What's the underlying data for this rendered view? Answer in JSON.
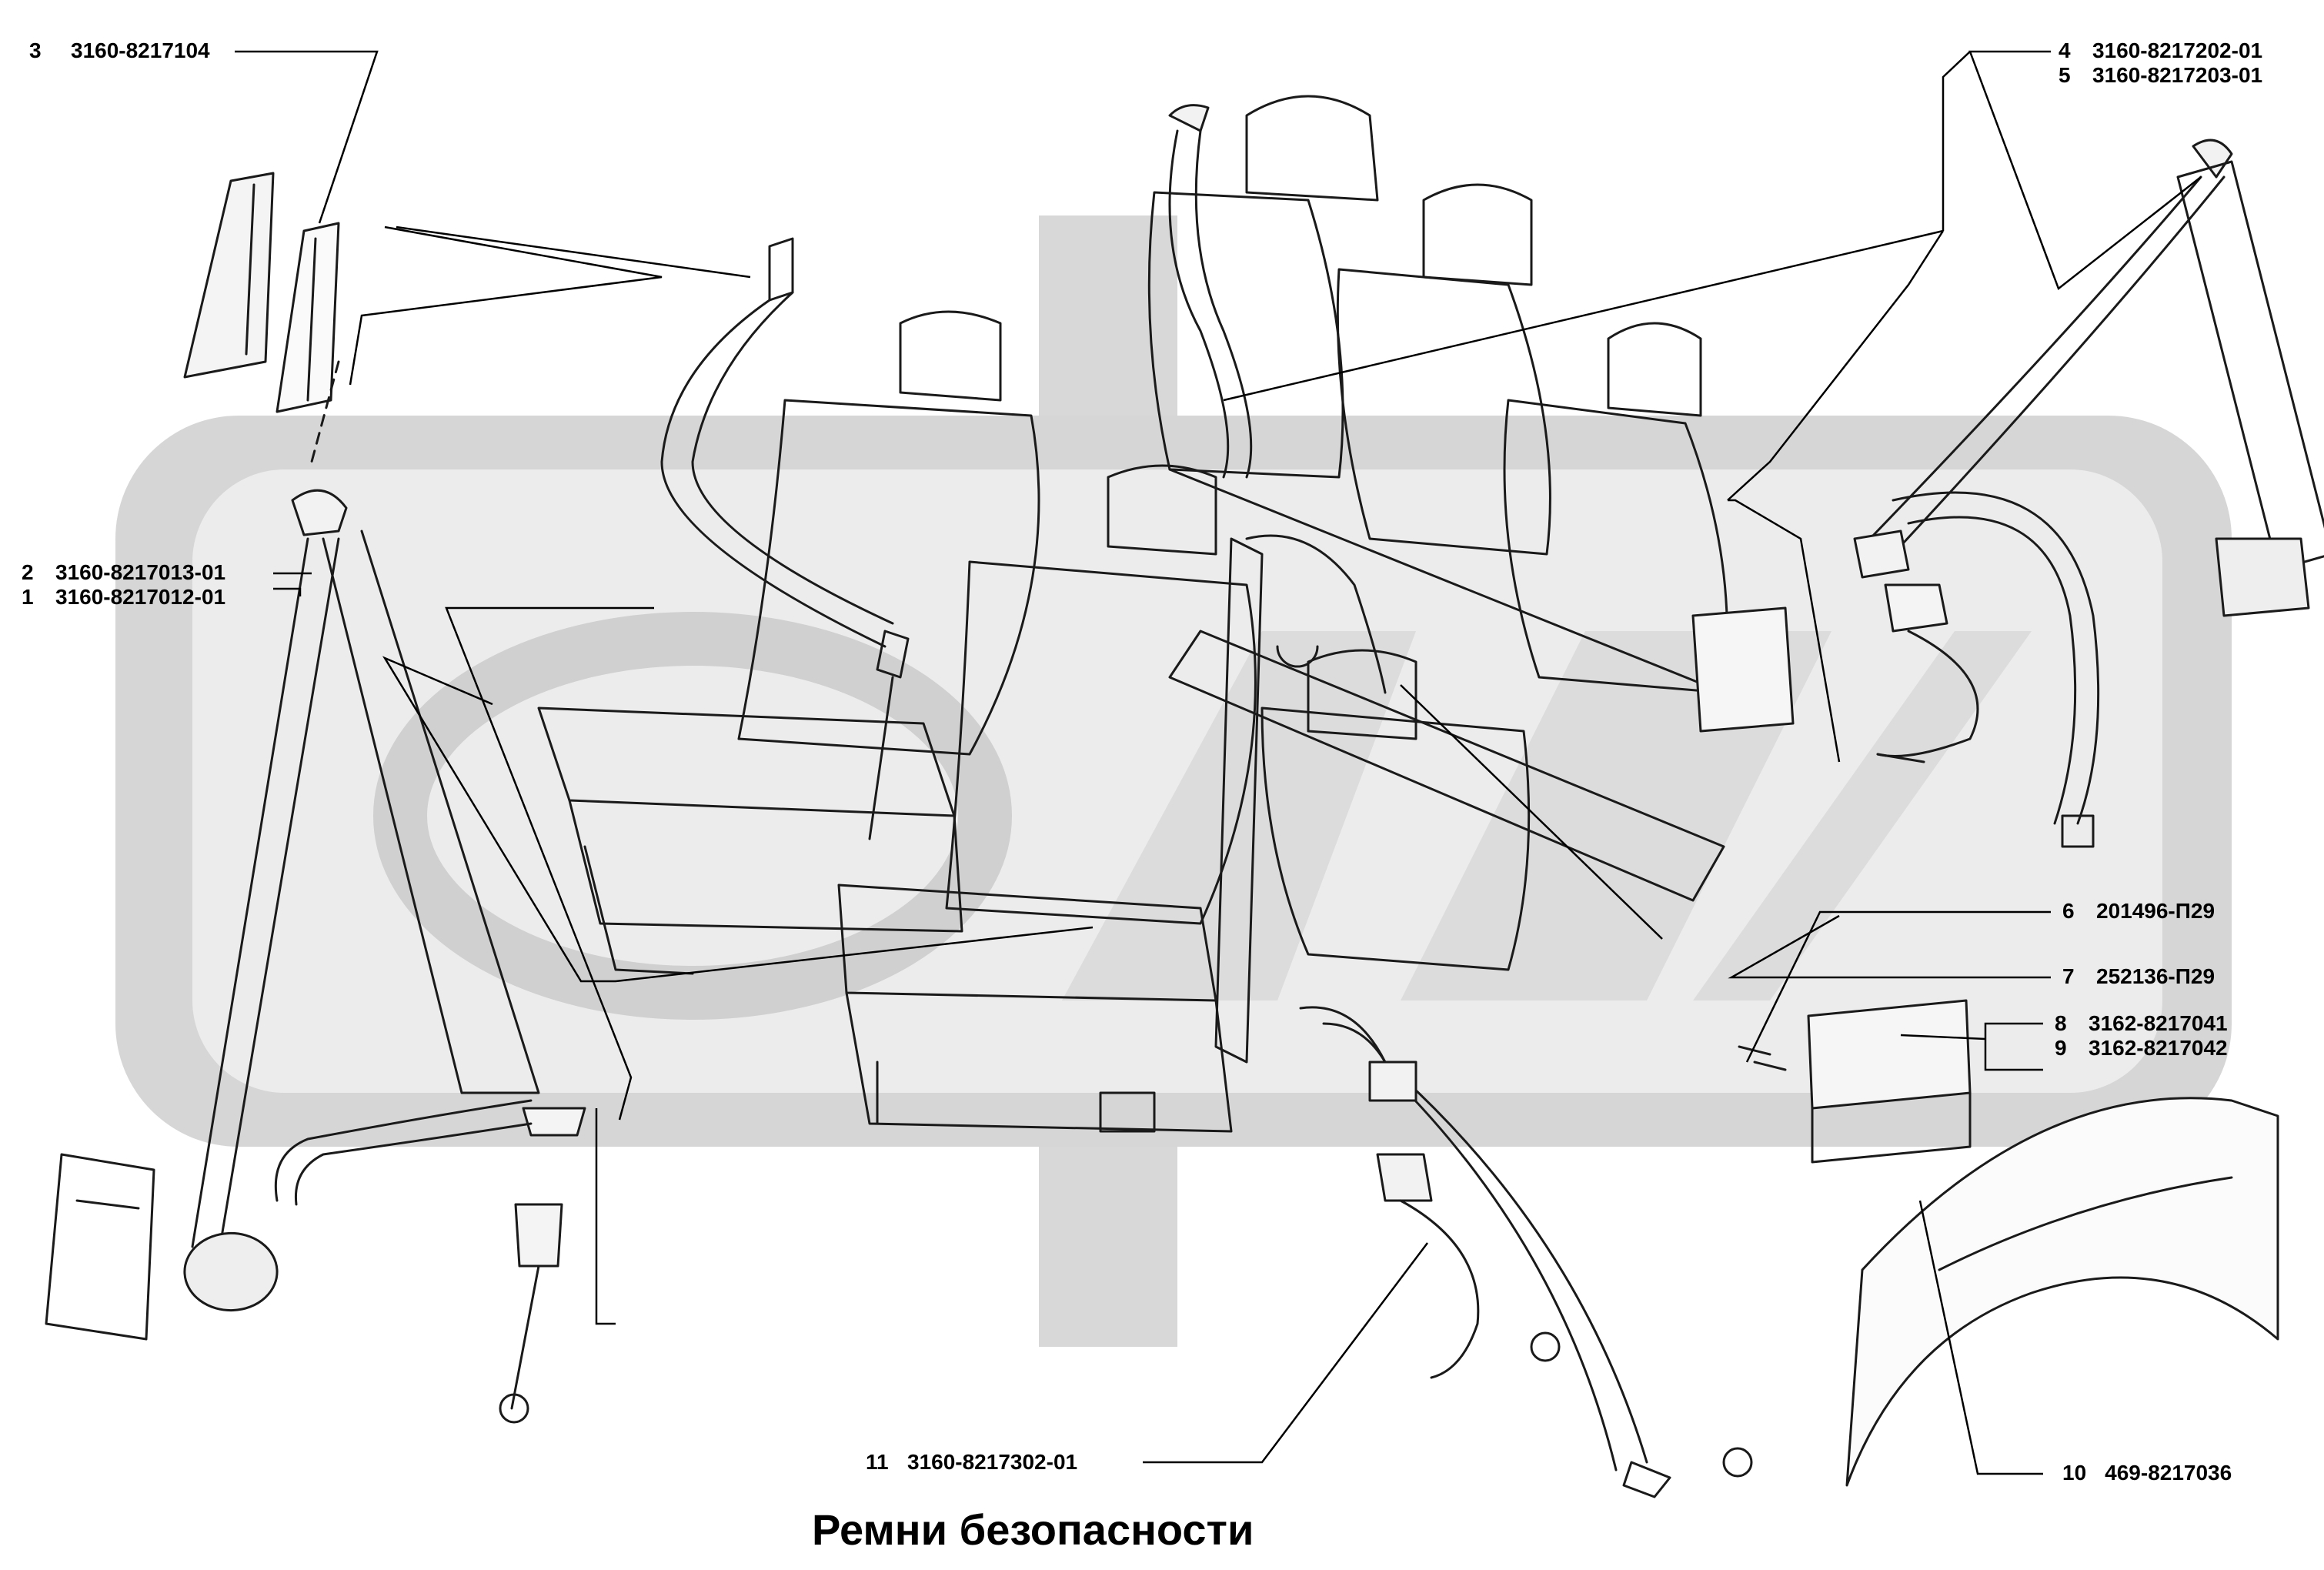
{
  "title": "Ремни безопасности",
  "callouts": {
    "c3": {
      "num": "3",
      "code": "3160-8217104"
    },
    "c4": {
      "num": "4",
      "code": "3160-8217202-01"
    },
    "c5": {
      "num": "5",
      "code": "3160-8217203-01"
    },
    "c2": {
      "num": "2",
      "code": "3160-8217013-01"
    },
    "c1": {
      "num": "1",
      "code": "3160-8217012-01"
    },
    "c6": {
      "num": "6",
      "code": "201496-П29"
    },
    "c7": {
      "num": "7",
      "code": "252136-П29"
    },
    "c8": {
      "num": "8",
      "code": "3162-8217041"
    },
    "c9": {
      "num": "9",
      "code": "3162-8217042"
    },
    "c11": {
      "num": "11",
      "code": "3160-8217302-01"
    },
    "c10": {
      "num": "10",
      "code": "469-8217036"
    }
  },
  "colors": {
    "line": "#1a1a1a",
    "watermark": "#d2d2d2",
    "background": "#ffffff"
  }
}
